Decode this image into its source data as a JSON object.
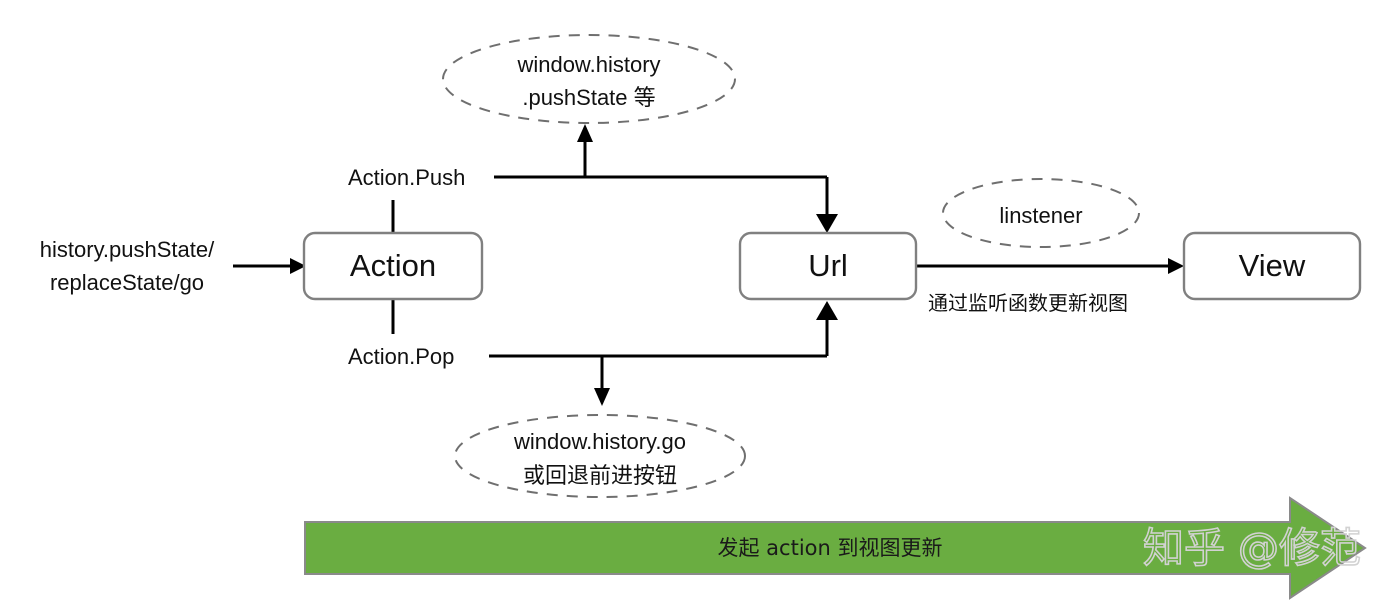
{
  "diagram": {
    "title": "history pushState / Action / Url / View flow",
    "boxes": [
      {
        "id": "action",
        "label": "Action"
      },
      {
        "id": "url",
        "label": "Url"
      },
      {
        "id": "view",
        "label": "View"
      }
    ],
    "ellipses": [
      {
        "id": "pushstate",
        "lines": [
          "window.history",
          ".pushState 等"
        ]
      },
      {
        "id": "linstener",
        "lines": [
          "linstener"
        ]
      },
      {
        "id": "historygo",
        "lines": [
          "window.history.go",
          "或回退前进按钮"
        ]
      }
    ],
    "labels": {
      "input_line1": "history.pushState/",
      "input_line2": "replaceState/go",
      "action_push": "Action.Push",
      "action_pop": "Action.Pop",
      "update_view_note": "通过监听函数更新视图"
    },
    "banner": {
      "text": "发起 action 到视图更新",
      "fill_color": "#6aad41",
      "border_color": "#8a8a8a"
    },
    "watermark": {
      "text": "知乎 @修范",
      "color": "#d2d2d2"
    }
  }
}
